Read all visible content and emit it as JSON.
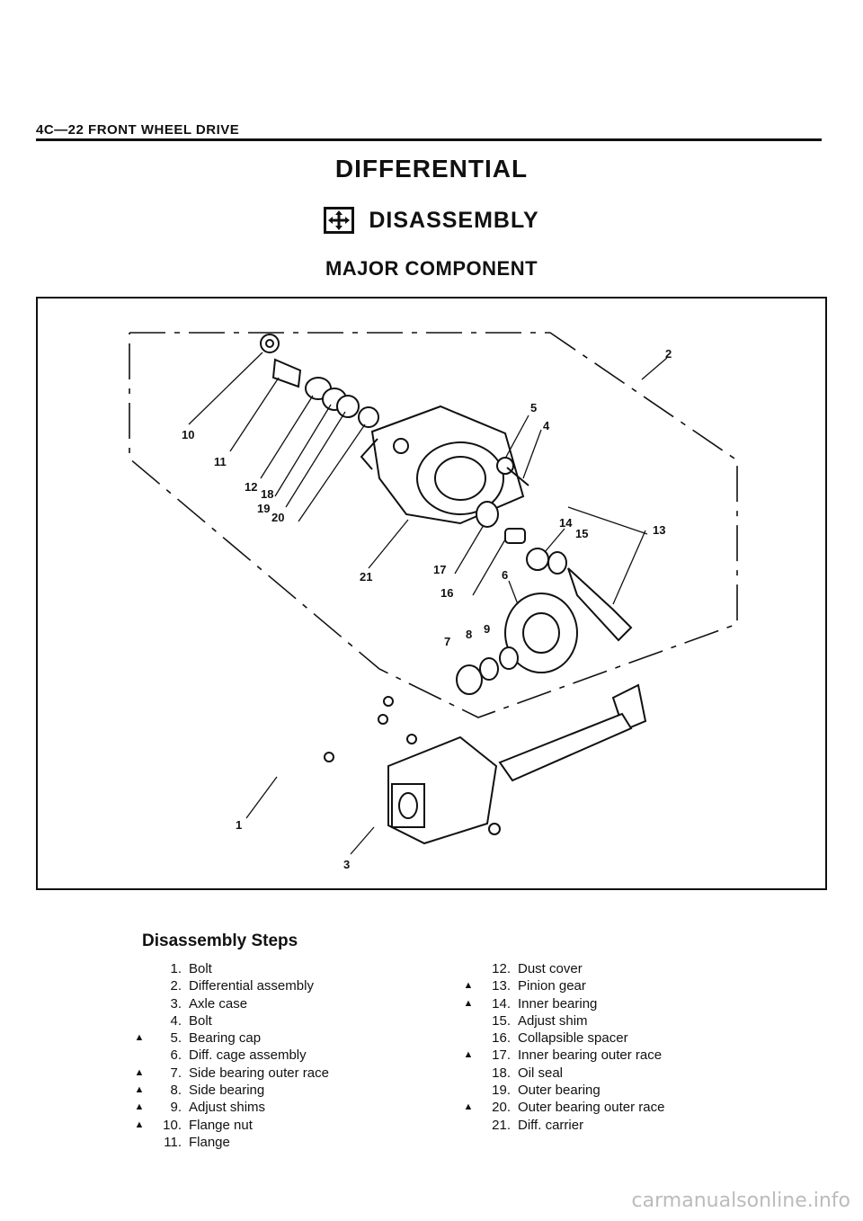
{
  "page_header": "4C—22  FRONT WHEEL DRIVE",
  "section_title": "DIFFERENTIAL",
  "subsection": {
    "title": "DISASSEMBLY",
    "icon": "disassembly-arrows-icon"
  },
  "figure": {
    "caption": "MAJOR COMPONENT",
    "callouts": [
      "1",
      "2",
      "3",
      "4",
      "5",
      "6",
      "7",
      "8",
      "9",
      "10",
      "11",
      "12",
      "13",
      "14",
      "15",
      "16",
      "17",
      "18",
      "19",
      "20",
      "21"
    ]
  },
  "steps_title": "Disassembly Steps",
  "marker_glyph": "▲",
  "steps_left": [
    {
      "marker": "",
      "num": "1.",
      "label": "Bolt"
    },
    {
      "marker": "",
      "num": "2.",
      "label": "Differential assembly"
    },
    {
      "marker": "",
      "num": "3.",
      "label": "Axle case"
    },
    {
      "marker": "",
      "num": "4.",
      "label": "Bolt"
    },
    {
      "marker": "▲",
      "num": "5.",
      "label": "Bearing cap"
    },
    {
      "marker": "",
      "num": "6.",
      "label": "Diff. cage assembly"
    },
    {
      "marker": "▲",
      "num": "7.",
      "label": "Side bearing outer race"
    },
    {
      "marker": "▲",
      "num": "8.",
      "label": "Side bearing"
    },
    {
      "marker": "▲",
      "num": "9.",
      "label": "Adjust shims"
    },
    {
      "marker": "▲",
      "num": "10.",
      "label": "Flange nut"
    },
    {
      "marker": "",
      "num": "11.",
      "label": "Flange"
    }
  ],
  "steps_right": [
    {
      "marker": "",
      "num": "12.",
      "label": "Dust cover"
    },
    {
      "marker": "▲",
      "num": "13.",
      "label": "Pinion gear"
    },
    {
      "marker": "▲",
      "num": "14.",
      "label": "Inner bearing"
    },
    {
      "marker": "",
      "num": "15.",
      "label": "Adjust shim"
    },
    {
      "marker": "",
      "num": "16.",
      "label": "Collapsible spacer"
    },
    {
      "marker": "▲",
      "num": "17.",
      "label": "Inner bearing outer race"
    },
    {
      "marker": "",
      "num": "18.",
      "label": "Oil seal"
    },
    {
      "marker": "",
      "num": "19.",
      "label": "Outer bearing"
    },
    {
      "marker": "▲",
      "num": "20.",
      "label": "Outer bearing outer race"
    },
    {
      "marker": "",
      "num": "21.",
      "label": "Diff. carrier"
    }
  ],
  "watermark": "carmanualsonline.info"
}
